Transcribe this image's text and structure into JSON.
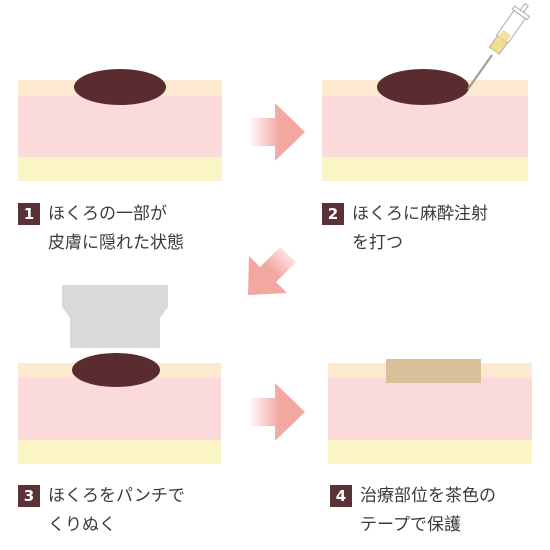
{
  "steps": [
    {
      "number": "1",
      "line1": "ほくろの一部が",
      "line2": "皮膚に隠れた状態"
    },
    {
      "number": "2",
      "line1": "ほくろに麻酔注射",
      "line2": "を打つ"
    },
    {
      "number": "3",
      "line1": "ほくろをパンチで",
      "line2": "くりぬく"
    },
    {
      "number": "4",
      "line1": "治療部位を茶色の",
      "line2": "テープで保護"
    }
  ],
  "colors": {
    "skin_top": "#fde8d0",
    "skin_middle": "#fadadb",
    "skin_bottom": "#fbf4c4",
    "mole": "#5a2c2f",
    "arrow": "#f3a7a1",
    "punch_tool": "#d9d9d9",
    "tape": "#d9c09b",
    "badge": "#5a3236"
  },
  "icons": [
    "syringe-icon",
    "punch-tool-icon",
    "arrow-right-icon",
    "arrow-down-left-icon"
  ]
}
